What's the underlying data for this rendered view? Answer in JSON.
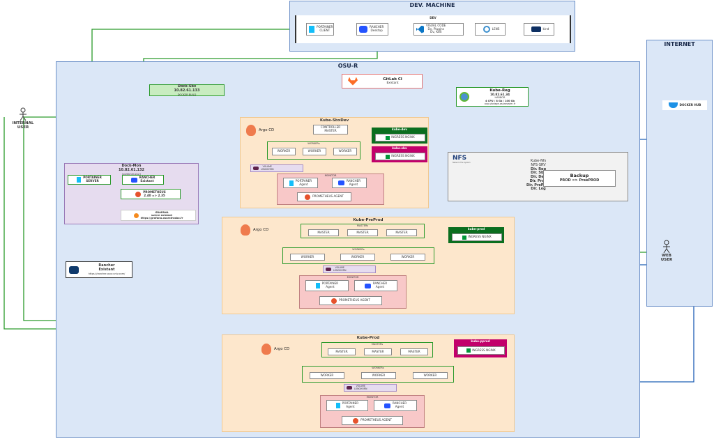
{
  "regions": {
    "dev": "DEV. MACHINE",
    "osu": "OSU-R",
    "internet": "INTERNET"
  },
  "dev_machine": {
    "label": "DEV",
    "tools": [
      {
        "label": "PORTAINER\nCLIENT"
      },
      {
        "label": "RANCHER\nDesktop"
      },
      {
        "label": "VISUAL CODE\nDv, Plugins\nDv, K8S"
      },
      {
        "label": "LENS"
      },
      {
        "label": "kind"
      }
    ]
  },
  "gitlab": {
    "title": "GitLab CI",
    "sub": "Existant"
  },
  "dock_sbx": {
    "title": "Dock-Sbx",
    "ip": "10.82.61.133",
    "sub": "DOCKER BUILD"
  },
  "kube_reg": {
    "title": "Kube-Reg",
    "ip": "10.82.61.34",
    "sub": "HARBOR",
    "spec": "4 CPU / 8 Gb / 100 Gb",
    "url": "ocp-storage.osuroswim.fr"
  },
  "docker_hub": {
    "label": "DOCKER HUB"
  },
  "internal_user": {
    "label": "INTERNAL\nUSER"
  },
  "web_user": {
    "label": "WEB\nUSER"
  },
  "dock_mon": {
    "title": "Dock-Mon",
    "ip": "10.82.61.132",
    "sub": "(portainer.osur)",
    "portainer": "PORTAINER\nSERVER",
    "rancher": "RANCHER\nExistant",
    "prometheus": "PROMETHEUS\n2.40 => 2.35",
    "grafana": "GRAFANA\nsuivre existant\nhttps://grafana.osurstrasbo.fr"
  },
  "rancher_ext": {
    "title": "Rancher",
    "sub": "Existant",
    "url": "https://rancher-osur.univ.com/"
  },
  "nfs": {
    "logo": "NFS",
    "logo_sub": "Network File System",
    "title": "Kube-Nfs",
    "sub": "NFS-SRV",
    "dirs": [
      "Dir. Reg",
      "Dir. Sbx",
      "Dir. Dev",
      "Dir. Prod",
      "Dir. PreProd",
      "Dir. Log"
    ],
    "backup_title": "Backup",
    "backup_sub": "PROD => PreePROD"
  },
  "kube_sbxdev": {
    "title": "Kube-SbxDev",
    "argo": "Argo CD",
    "controller": "CONTROLLER\nMASTER",
    "workers_label": "WORKERs",
    "workers": [
      "WORKER",
      "WORKER",
      "WORKER"
    ],
    "kube_dev": "kube-dev",
    "kube_dev_ing": "INGRESS NGINX",
    "kube_sbx": "kube-sbx",
    "kube_sbx_ing": "INGRESS NGINX",
    "volume": "VOLUME\nLONGHORN",
    "monitor": "MONITOR",
    "portainer_agent": "PORTAINER\nAgent",
    "rancher_agent": "RANCHER\nAgent",
    "prometheus_agent": "PROMETHEUS AGENT"
  },
  "kube_preprod": {
    "title": "Kube-PreProd",
    "argo": "Argo CD",
    "masters_label": "MASTERs",
    "masters": [
      "MASTER",
      "MASTER",
      "MASTER"
    ],
    "workers_label": "WORKERs",
    "workers": [
      "WORKER",
      "WORKER",
      "WORKER"
    ],
    "kube_prod": "kube-prod",
    "kube_prod_ing": "INGRESS NGINX",
    "volume": "VOLUME\nLONGHORN",
    "monitor": "MONITOR",
    "portainer_agent": "PORTAINER\nAgent",
    "rancher_agent": "RANCHER\nAgent",
    "prometheus_agent": "PROMETHEUS AGENT"
  },
  "kube_prod": {
    "title": "Kube-Prod",
    "argo": "Argo CD",
    "masters_label": "MASTERs",
    "masters": [
      "MASTER",
      "MASTER",
      "MASTER"
    ],
    "workers_label": "WORKERs",
    "workers": [
      "WORKER",
      "WORKER",
      "WORKER"
    ],
    "kube_pprod": "kube-pprod",
    "kube_pprod_ing": "INGRESS NGINX",
    "volume": "VOLUME\nLONGHORN",
    "monitor": "MONITOR",
    "portainer_agent": "PORTAINER\nAgent",
    "rancher_agent": "RANCHER\nAgent",
    "prometheus_agent": "PROMETHEUS AGENT"
  },
  "colors": {
    "region_fill": "#dbe7f7",
    "region_border": "#6a8fc7",
    "cluster_fill": "#fde7cc",
    "green": "#2a9a2a",
    "dark_green": "#0b6e1f",
    "magenta": "#c2006b",
    "blue": "#1f5fb5",
    "orange": "#f5b27a",
    "red": "#c0392b",
    "purple": "#a58bc7",
    "dock_mon_fill": "#e6dcef",
    "monitor_fill": "#f8c8c8"
  },
  "icons": [
    "portainer-icon",
    "rancher-icon",
    "vscode-icon",
    "lens-icon",
    "kind-icon",
    "gitlab-icon",
    "harbor-icon",
    "docker-icon",
    "argo-icon",
    "prometheus-icon",
    "grafana-icon",
    "nginx-icon",
    "longhorn-icon",
    "user-icon"
  ]
}
